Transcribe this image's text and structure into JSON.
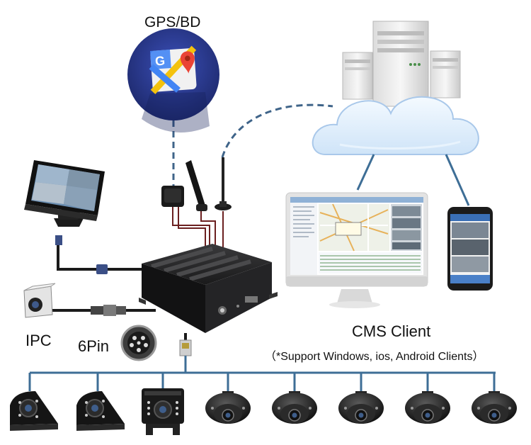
{
  "labels": {
    "gps": "GPS/BD",
    "ipc": "IPC",
    "six_pin": "6Pin",
    "cms_client": "CMS Client",
    "support_note": "（*Support Windows, ios, Android Clients）"
  },
  "colors": {
    "dashed_link": "#3f6489",
    "cable": "#1a1a1a",
    "antenna_cable": "#6b1f1f",
    "blue_network": "#3e6e96",
    "cloud": "#dcecfb",
    "cloud_edge": "#a9c8ea",
    "dvr_body": "#1d1d1f"
  },
  "icons": [
    "gps-map-icon",
    "server-icon",
    "cloud-icon",
    "monitor-icon",
    "mdvr-icon",
    "ip-camera-icon",
    "connector-6pin-icon",
    "desktop-client-icon",
    "smartphone-client-icon",
    "side-camera-icon",
    "rear-camera-icon",
    "dome-camera-icon"
  ]
}
